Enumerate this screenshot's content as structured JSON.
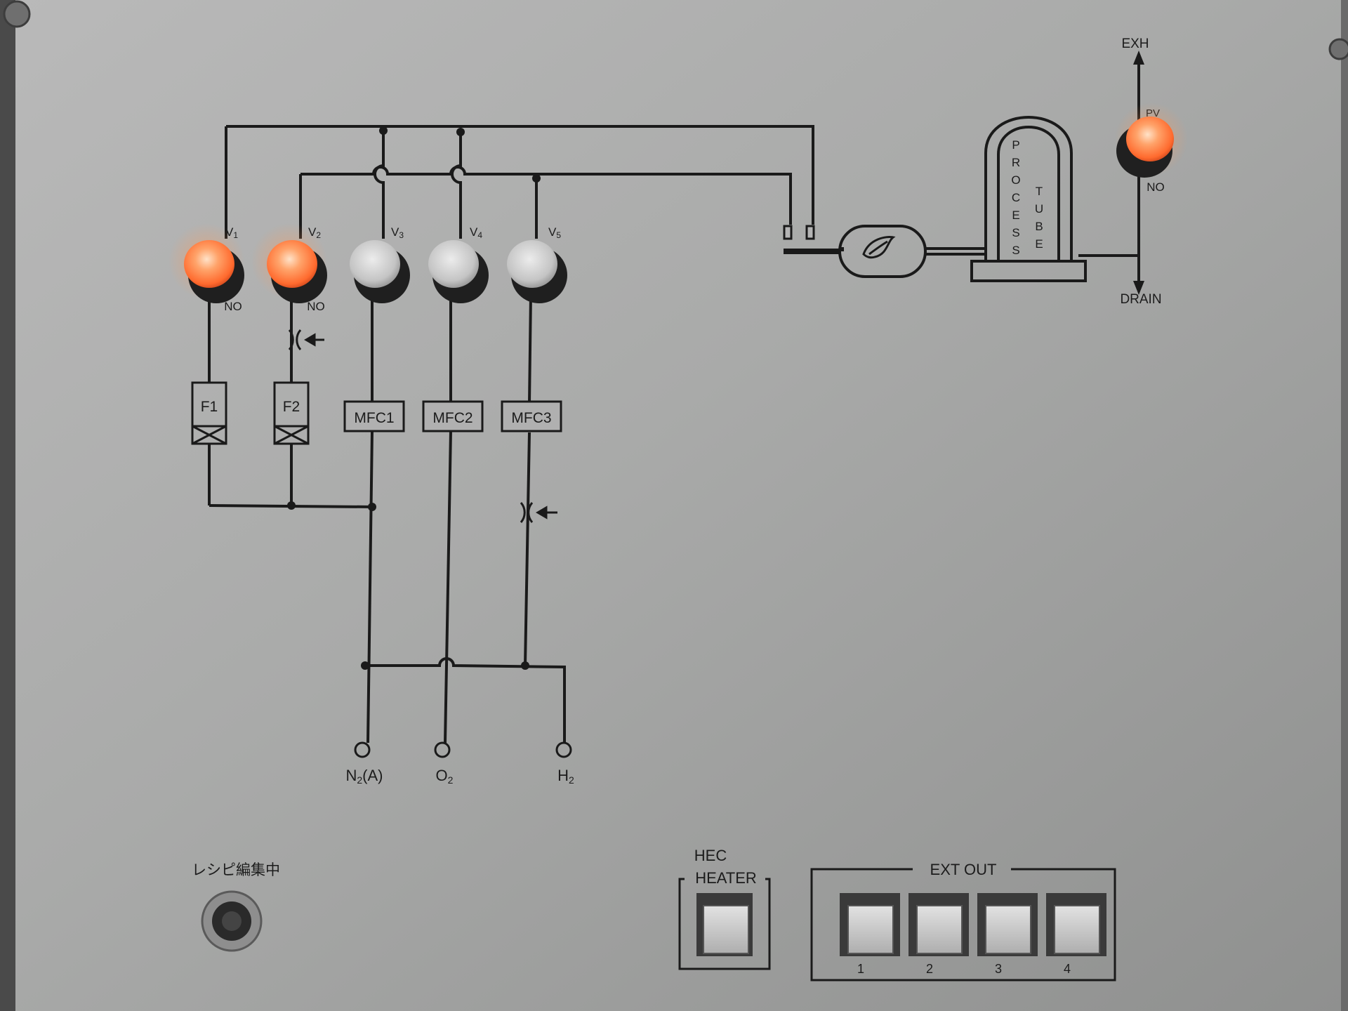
{
  "valves": [
    {
      "id": "V1",
      "state_label": "NO",
      "lit": true
    },
    {
      "id": "V2",
      "state_label": "NO",
      "lit": true
    },
    {
      "id": "V3",
      "state_label": "",
      "lit": false
    },
    {
      "id": "V4",
      "state_label": "",
      "lit": false
    },
    {
      "id": "V5",
      "state_label": "",
      "lit": false
    }
  ],
  "filters": [
    "F1",
    "F2"
  ],
  "mfcs": [
    "MFC1",
    "MFC2",
    "MFC3"
  ],
  "gas_inlets": [
    {
      "name": "N2(A)",
      "base": "N",
      "sub": "2",
      "suffix": "(A)"
    },
    {
      "name": "O2",
      "base": "O",
      "sub": "2",
      "suffix": ""
    },
    {
      "name": "H2",
      "base": "H",
      "sub": "2",
      "suffix": ""
    }
  ],
  "process_tube": {
    "top": "PROCESS",
    "side": "TUBE"
  },
  "exhaust": {
    "exh": "EXH",
    "drain": "DRAIN",
    "valve_label": "PV",
    "state_label": "NO",
    "lit": true
  },
  "recipe_indicator": {
    "label": "レシピ編集中"
  },
  "hec_heater": {
    "line1": "HEC",
    "line2": "HEATER"
  },
  "ext_out": {
    "label": "EXT OUT",
    "buttons": [
      "1",
      "2",
      "3",
      "4"
    ]
  },
  "colors": {
    "lamp_on": "#ff8a4a",
    "lamp_off": "#c9c9c9",
    "panel": "#a8a8a8",
    "line": "#1a1a1a"
  }
}
